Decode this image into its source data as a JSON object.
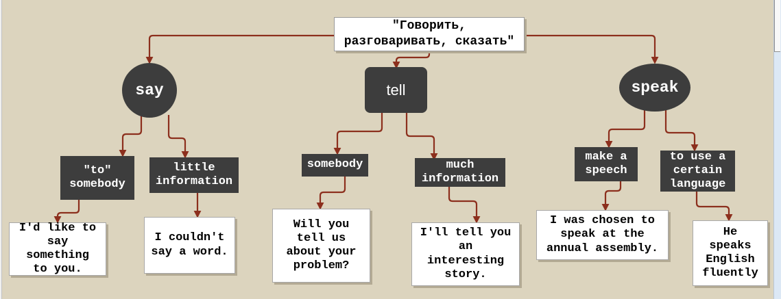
{
  "title": {
    "text": "\"Говорить,\nразговаривать, сказать\""
  },
  "verbs": [
    {
      "label": "say",
      "usages": [
        {
          "label": "\"to\"\nsomebody",
          "example": "I'd like to\nsay\nsomething\nto you."
        },
        {
          "label": "little\ninformation",
          "example": "I couldn't\nsay a word."
        }
      ]
    },
    {
      "label": "tell",
      "usages": [
        {
          "label": "somebody",
          "example": "Will you\ntell us\nabout your\nproblem?"
        },
        {
          "label": "much\ninformation",
          "example": "I'll tell you\nan\ninteresting\nstory."
        }
      ]
    },
    {
      "label": "speak",
      "usages": [
        {
          "label": "make a\nspeech",
          "example": "I was chosen to\nspeak at the\nannual assembly."
        },
        {
          "label": "to use a\ncertain\nlanguage",
          "example": "He\nspeaks\nEnglish\nfluently"
        }
      ]
    }
  ],
  "colors": {
    "background": "#dcd4be",
    "node_fill": "#3d3d3d",
    "node_text": "#ffffff",
    "connector": "#8c2f1d",
    "example_bg": "#ffffff",
    "example_text": "#000000",
    "scrollbar_track": "#dce8f5"
  }
}
